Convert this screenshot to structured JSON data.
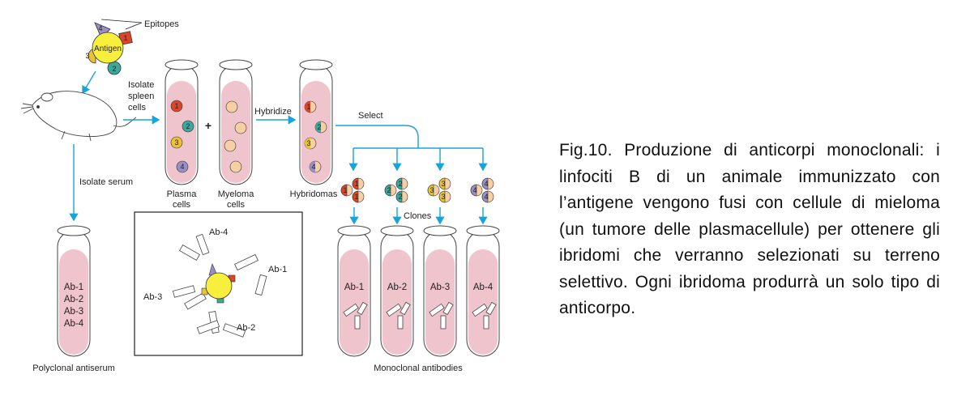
{
  "antigen": {
    "label": "Antigen",
    "epitopes_label": "Epitopes",
    "epitopes": [
      "1",
      "2",
      "3",
      "4"
    ]
  },
  "colors": {
    "ep1": "#d9472b",
    "ep2": "#3aa89a",
    "ep3": "#e8c33a",
    "ep4": "#9a8fc4",
    "antigen": "#f7ef3c",
    "tube_fill": "#f0c4cc",
    "myeloma": "#f6cfa4",
    "arrow": "#1aa3d6"
  },
  "steps": {
    "isolate_spleen": [
      "Isolate",
      "spleen",
      "cells"
    ],
    "isolate_serum": "Isolate serum",
    "hybridize": "Hybridize",
    "select": "Select",
    "clones": "Clones",
    "plus": "+"
  },
  "tubes": {
    "plasma": [
      "Plasma",
      "cells"
    ],
    "myeloma": [
      "Myeloma",
      "cells"
    ],
    "hybridomas": "Hybridomas",
    "polyclonal": "Polyclonal antiserum",
    "polyclonal_contents": [
      "Ab-1",
      "Ab-2",
      "Ab-3",
      "Ab-4"
    ],
    "monoclonal": "Monoclonal antibodies",
    "monoclonal_labels": [
      "Ab-1",
      "Ab-2",
      "Ab-3",
      "Ab-4"
    ]
  },
  "inset": {
    "labels": [
      "Ab-4",
      "Ab-1",
      "Ab-3",
      "Ab-2"
    ]
  },
  "caption": "Fig.10. Produzione di anticorpi monoclonali: i linfociti B di un animale immunizzato con l’antigene vengono fusi con cellule di mieloma (un tumore delle plasmacellule) per ottenere gli ibridomi che verranno selezionati su terreno selettivo. Ogni ibridoma produrrà un solo tipo di anticorpo."
}
